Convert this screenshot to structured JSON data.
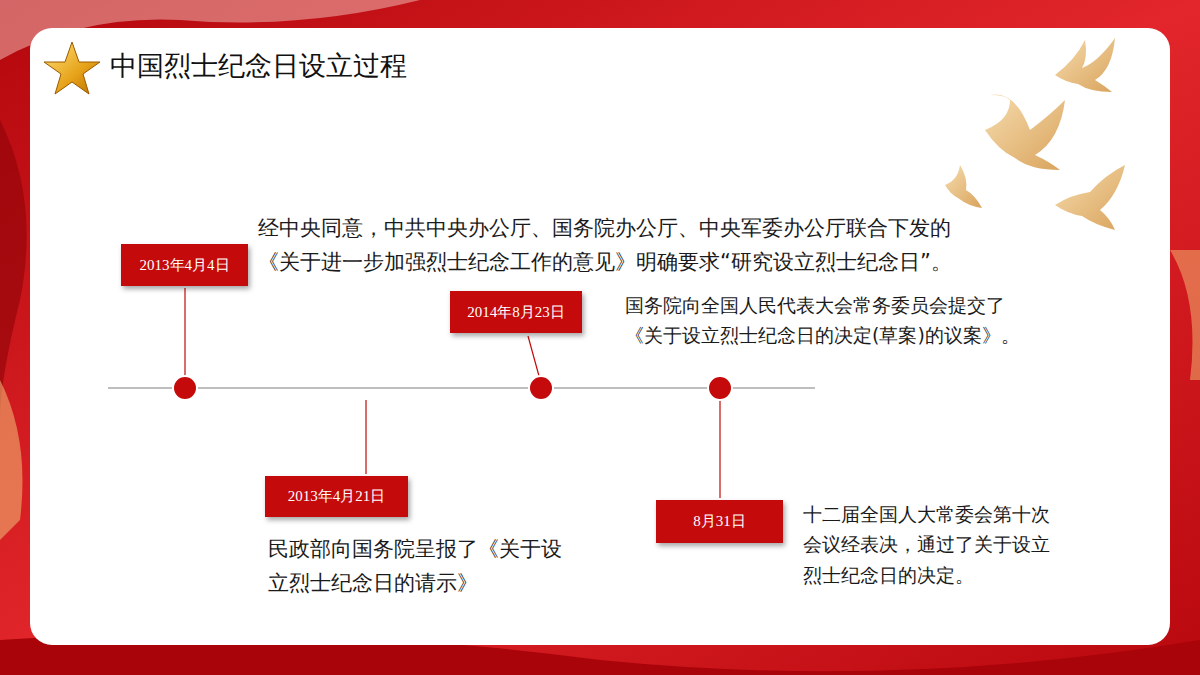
{
  "diagram": {
    "title": "中国烈士纪念日设立过程",
    "nodes": [
      {
        "text": [
          "2013年4月4日"
        ]
      },
      {
        "text": [
          "2013年4月21日"
        ]
      },
      {
        "text": [
          "2014年8月23日"
        ]
      },
      {
        "text": [
          "8月31日"
        ]
      }
    ],
    "labels": [
      "经中央同意，中共中央办公厅、国务院办公厅、中央军委办公厅联合下发的 《关于进一步加强烈士纪念工作的意见》明确要求“研究设立烈士纪念日”。",
      "民政部向国务院呈报了《关于设 立烈士纪念日的请示》",
      "国务院向全国人民代表大会常务委员会提交了 《关于设立烈士纪念日的决定(草案)的议案》。",
      "十二届全国人大常委会第十次 会议经表决，通过了关于设立 烈士纪念日的决定。"
    ]
  }
}
